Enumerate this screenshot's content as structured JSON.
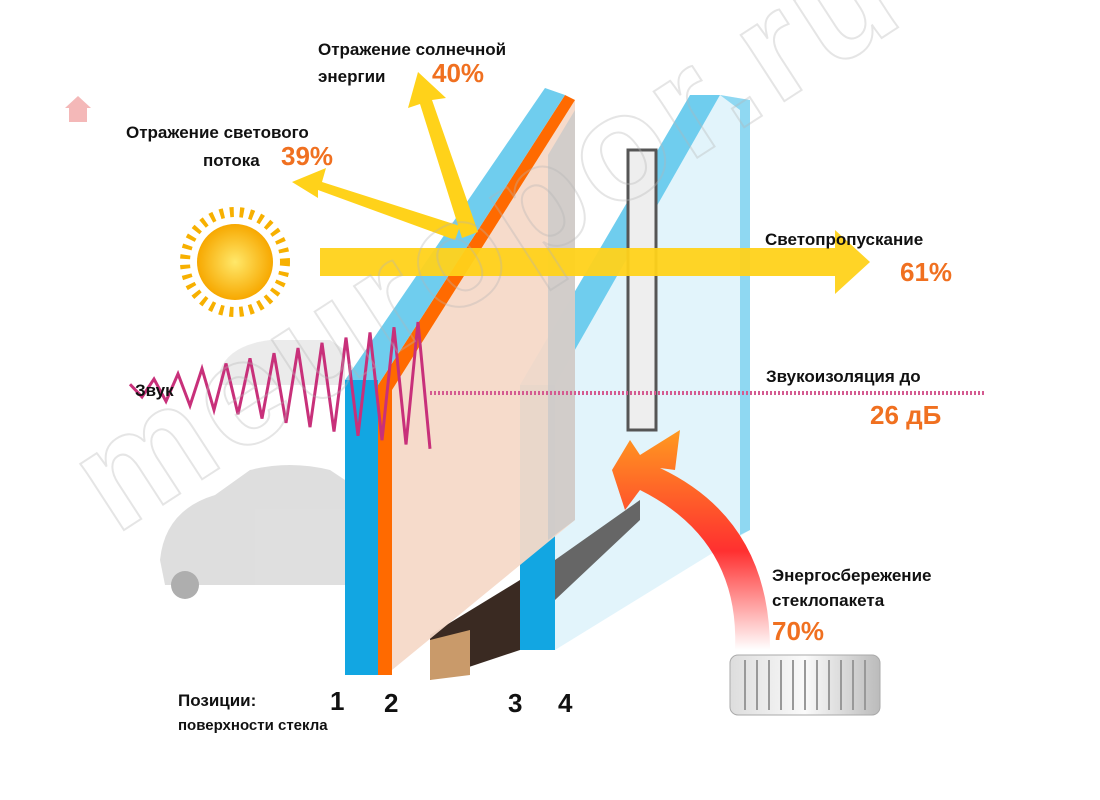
{
  "title": "Double glazing unit properties",
  "watermark": "meuropor.ru",
  "labels": {
    "solar_reflection": "Отражение солнечной",
    "solar_reflection_2": "энергии",
    "solar_reflection_value": "40%",
    "light_reflection": "Отражение светового",
    "light_reflection_2": "потока",
    "light_reflection_value": "39%",
    "light_transmission": "Светопропускание",
    "light_transmission_value": "61%",
    "sound": "Звук",
    "sound_insulation": "Звукоизоляция до",
    "sound_insulation_value": "26 дБ",
    "energy_saving": "Энергосбережение",
    "energy_saving_2": "стеклопакета",
    "energy_saving_value": "70%",
    "positions": "Позиции:",
    "positions_2": "поверхности стекла"
  },
  "positions": [
    "1",
    "2",
    "3",
    "4"
  ],
  "colors": {
    "accent": "#f07020",
    "glass": "#3fb6e6",
    "coating": "#ff6a00",
    "sun": "#ffd21a",
    "sound": "#c8307a"
  }
}
